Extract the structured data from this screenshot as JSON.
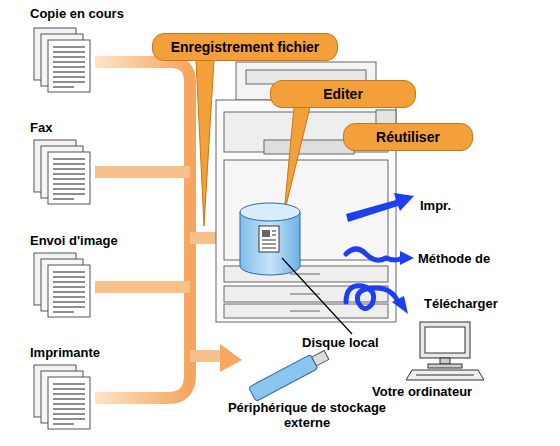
{
  "diagram": {
    "nodes": [
      {
        "text": [
          "Enregistrement fichier"
        ]
      },
      {
        "text": [
          "Editer"
        ]
      },
      {
        "text": [
          "Réutiliser"
        ]
      }
    ],
    "labels": [
      "Copie en cours",
      "Fax",
      "Envoi d'image",
      "Imprimante",
      "Impr.",
      "Méthode de",
      "Télécharger",
      "Disque local",
      "Votre ordinateur",
      "Périphérique de stockage externe"
    ]
  }
}
